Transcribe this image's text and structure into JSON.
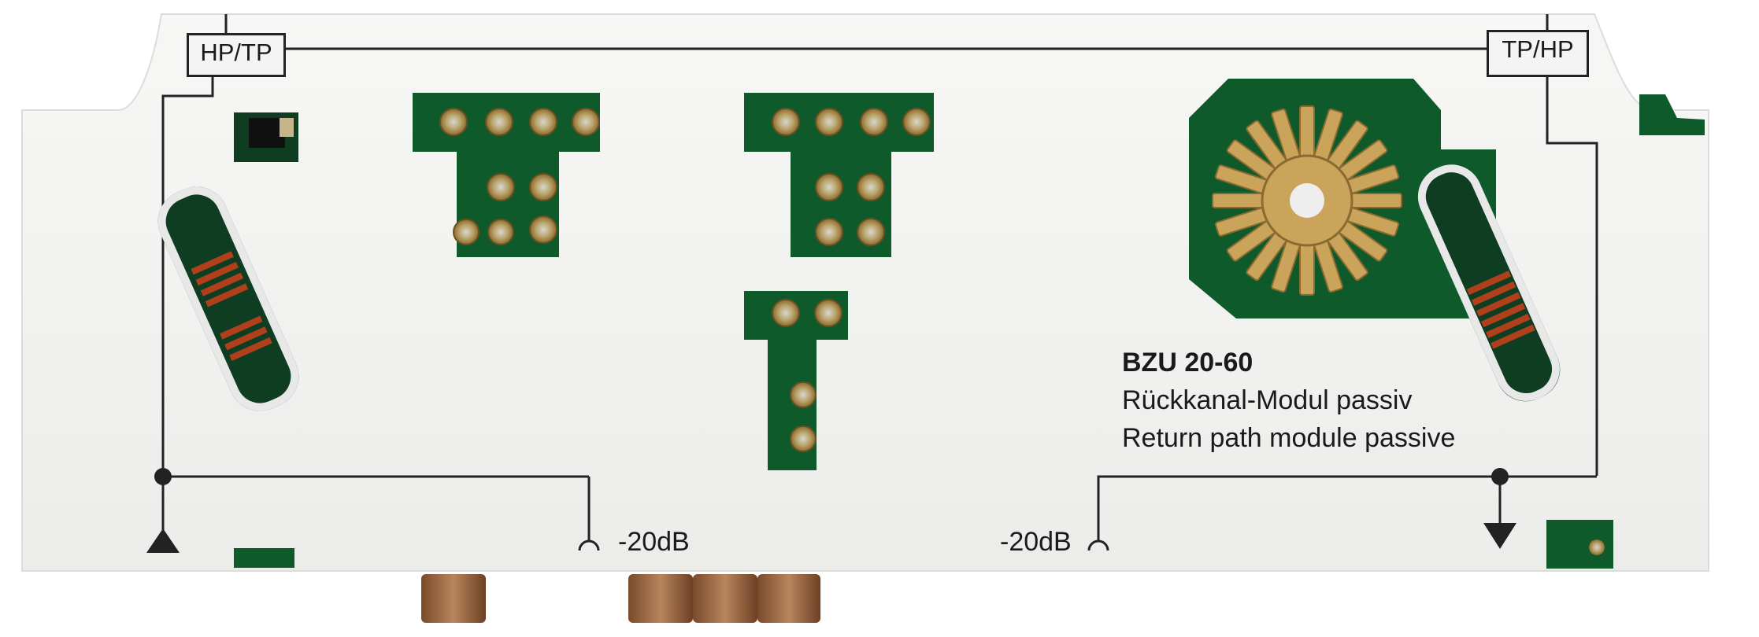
{
  "board": {
    "labels": {
      "hp_tp": "HP/TP",
      "tp_hp": "TP/HP",
      "attenuation_left": "-20dB",
      "attenuation_right": "-20dB"
    },
    "product": {
      "name": "BZU 20-60",
      "line_de": "Rückkanal-Modul passiv",
      "line_en": "Return path module passive"
    }
  },
  "colors": {
    "board_white": "#f4f4f2",
    "pcb_green": "#0f5a2a",
    "copper": "#9c6a45",
    "gold_pad": "#c9a45a",
    "trace_line": "#222222"
  }
}
